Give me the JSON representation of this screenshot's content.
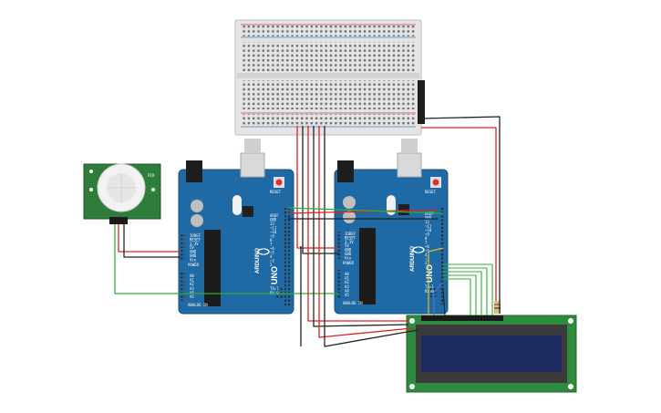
{
  "canvas": {
    "background": "#ffffff"
  },
  "colors": {
    "board": "#1f6aa5",
    "board_edge": "#174f7c",
    "breadboard": "#e9e9e9",
    "rail_red": "#d64040",
    "rail_blue": "#4a7bc4",
    "wire_red": "#e02020",
    "wire_black": "#222222",
    "wire_green": "#2fae2f",
    "wire_yellow": "#e0c020",
    "pcb_green": "#2e7d3a",
    "lcd_screen": "#1d2b5e"
  },
  "components": {
    "breadboard": {
      "name": "breadboard"
    },
    "pir_sensor": {
      "name": "pir-motion-sensor",
      "side_label": "PIR"
    },
    "arduino_left": {
      "logo": "ARDUINO",
      "model": "UNO",
      "reset_label": "RESET",
      "power_pins": [
        "IOREF",
        "RESET",
        "3.3V",
        "5V",
        "GND",
        "GND",
        "Vin"
      ],
      "analog_pins": [
        "A0",
        "A1",
        "A2",
        "A3",
        "A4",
        "A5"
      ],
      "digital_pins": [
        "AREF",
        "GND",
        "13",
        "~11",
        "~10",
        "~9",
        "8",
        "7",
        "~6",
        "~5",
        "4",
        "~3",
        "2",
        "TX▸1",
        "RX◂0"
      ],
      "header_power": "POWER",
      "header_analog": "ANALOG IN",
      "header_digital": "DIGITAL (PWM~)"
    },
    "arduino_right": {
      "logo": "ARDUINO",
      "model": "UNO",
      "reset_label": "RESET",
      "power_pins": [
        "IOREF",
        "RESET",
        "3.3V",
        "5V",
        "GND",
        "GND",
        "Vin"
      ],
      "analog_pins": [
        "A0",
        "A1",
        "A2",
        "A3",
        "A4",
        "A5"
      ],
      "digital_pins": [
        "AREF",
        "GND",
        "13",
        "~11",
        "~10",
        "~9",
        "8",
        "7",
        "~6",
        "~5",
        "4",
        "~3",
        "2",
        "TX▸1",
        "RX◂0"
      ],
      "header_power": "POWER",
      "header_analog": "ANALOG IN",
      "header_digital": "DIGITAL (PWM~)"
    },
    "lcd": {
      "name": "lcd-16x2"
    },
    "resistor": {
      "name": "resistor"
    }
  }
}
